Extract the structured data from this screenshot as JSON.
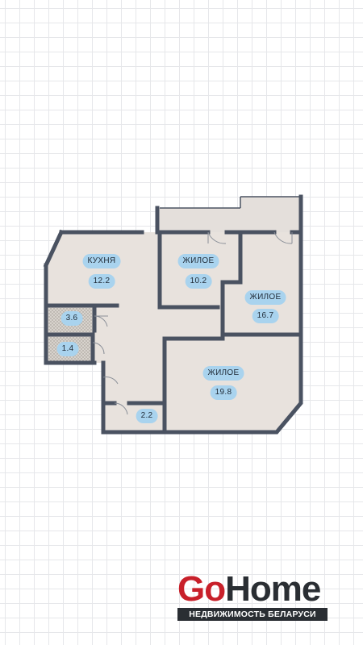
{
  "rooms": {
    "kitchen": {
      "name": "КУХНЯ",
      "area": "12.2"
    },
    "bedroom_1": {
      "name": "ЖИЛОЕ",
      "area": "10.2"
    },
    "bedroom_2": {
      "name": "ЖИЛОЕ",
      "area": "16.7"
    },
    "living": {
      "name": "ЖИЛОЕ",
      "area": "19.8"
    },
    "storage": {
      "area": "3.6"
    },
    "closet": {
      "area": "1.4"
    },
    "bathroom": {
      "area": "2.2"
    }
  },
  "brand": {
    "go": "Go",
    "home": "Home",
    "tagline": "НЕДВИЖИМОСТЬ БЕЛАРУСИ"
  },
  "colors": {
    "wall": "#4a5261",
    "floor": "#e8e2dd",
    "label_bg": "#a9d3ee",
    "brand_red": "#c8202a"
  }
}
